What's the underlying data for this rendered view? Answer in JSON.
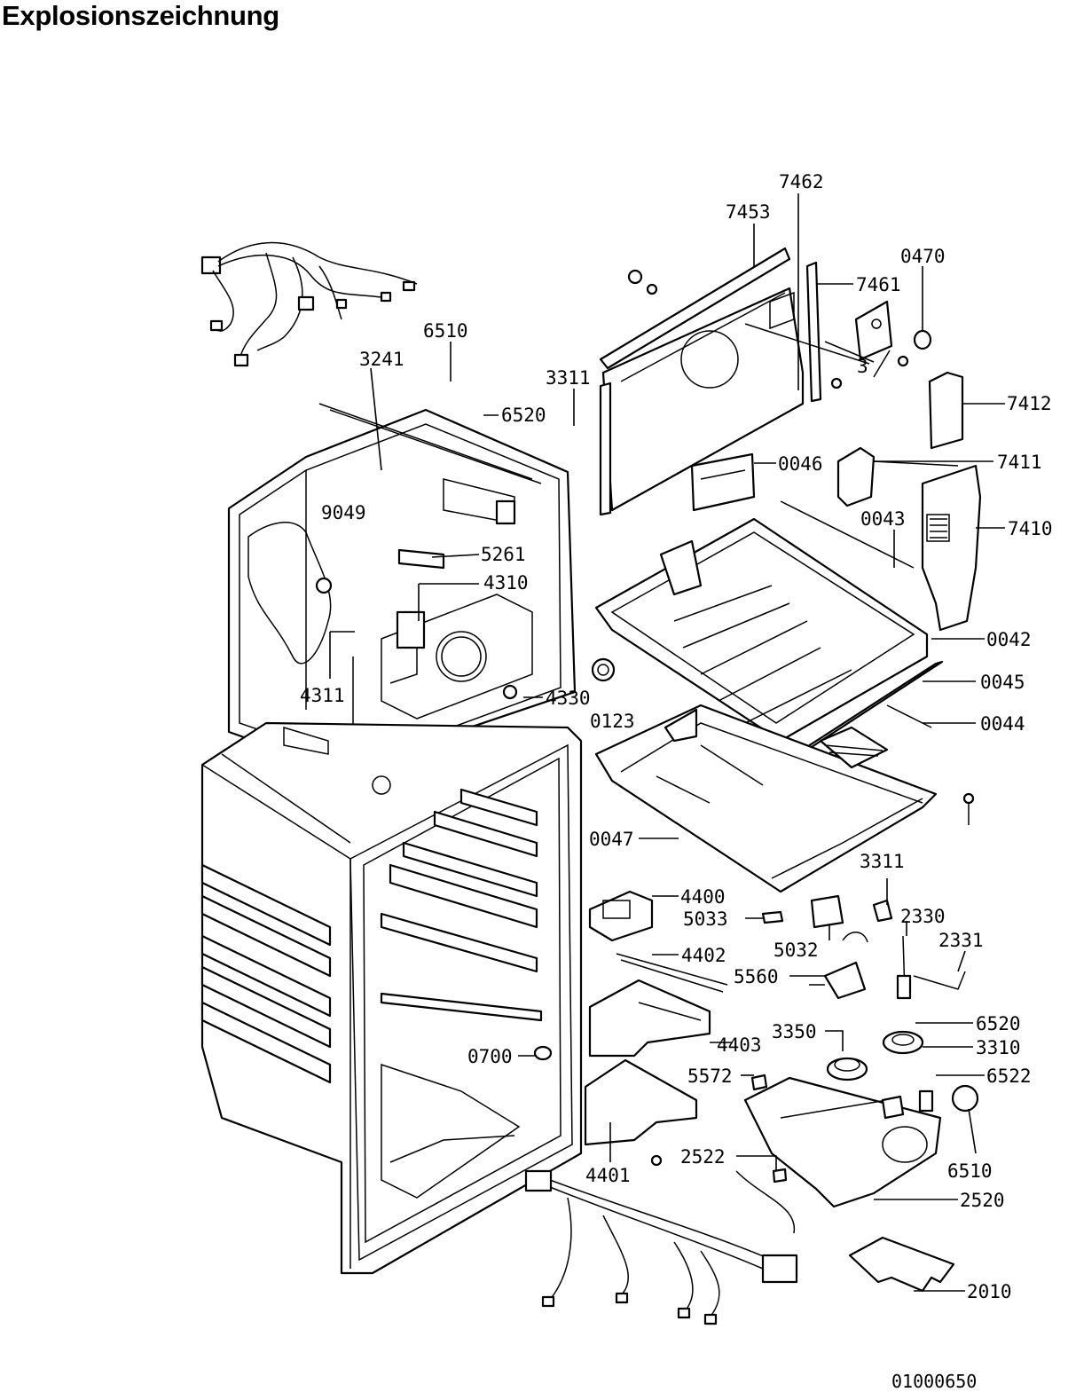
{
  "title": "Explosionszeichnung",
  "document_number": "01000650",
  "parts": [
    {
      "number": "7462"
    },
    {
      "number": "7453"
    },
    {
      "number": "0470"
    },
    {
      "number": "7461"
    },
    {
      "number": "6510"
    },
    {
      "number": "3241"
    },
    {
      "number": "3311"
    },
    {
      "number": "6520"
    },
    {
      "number": "7412"
    },
    {
      "number": "0046"
    },
    {
      "number": "7411"
    },
    {
      "number": "9049"
    },
    {
      "number": "0043"
    },
    {
      "number": "7410"
    },
    {
      "number": "5261"
    },
    {
      "number": "4310"
    },
    {
      "number": "0042"
    },
    {
      "number": "4311"
    },
    {
      "number": "4330"
    },
    {
      "number": "0045"
    },
    {
      "number": "0123"
    },
    {
      "number": "0044"
    },
    {
      "number": "0047"
    },
    {
      "number": "3311"
    },
    {
      "number": "4400"
    },
    {
      "number": "2330"
    },
    {
      "number": "5033"
    },
    {
      "number": "2331"
    },
    {
      "number": "5032"
    },
    {
      "number": "4402"
    },
    {
      "number": "5560"
    },
    {
      "number": "6520"
    },
    {
      "number": "3350"
    },
    {
      "number": "4403"
    },
    {
      "number": "3310"
    },
    {
      "number": "0700"
    },
    {
      "number": "5572"
    },
    {
      "number": "6522"
    },
    {
      "number": "2522"
    },
    {
      "number": "6510"
    },
    {
      "number": "4401"
    },
    {
      "number": "2520"
    },
    {
      "number": "2010"
    }
  ],
  "extra_marks": {
    "mark_3": "3"
  }
}
